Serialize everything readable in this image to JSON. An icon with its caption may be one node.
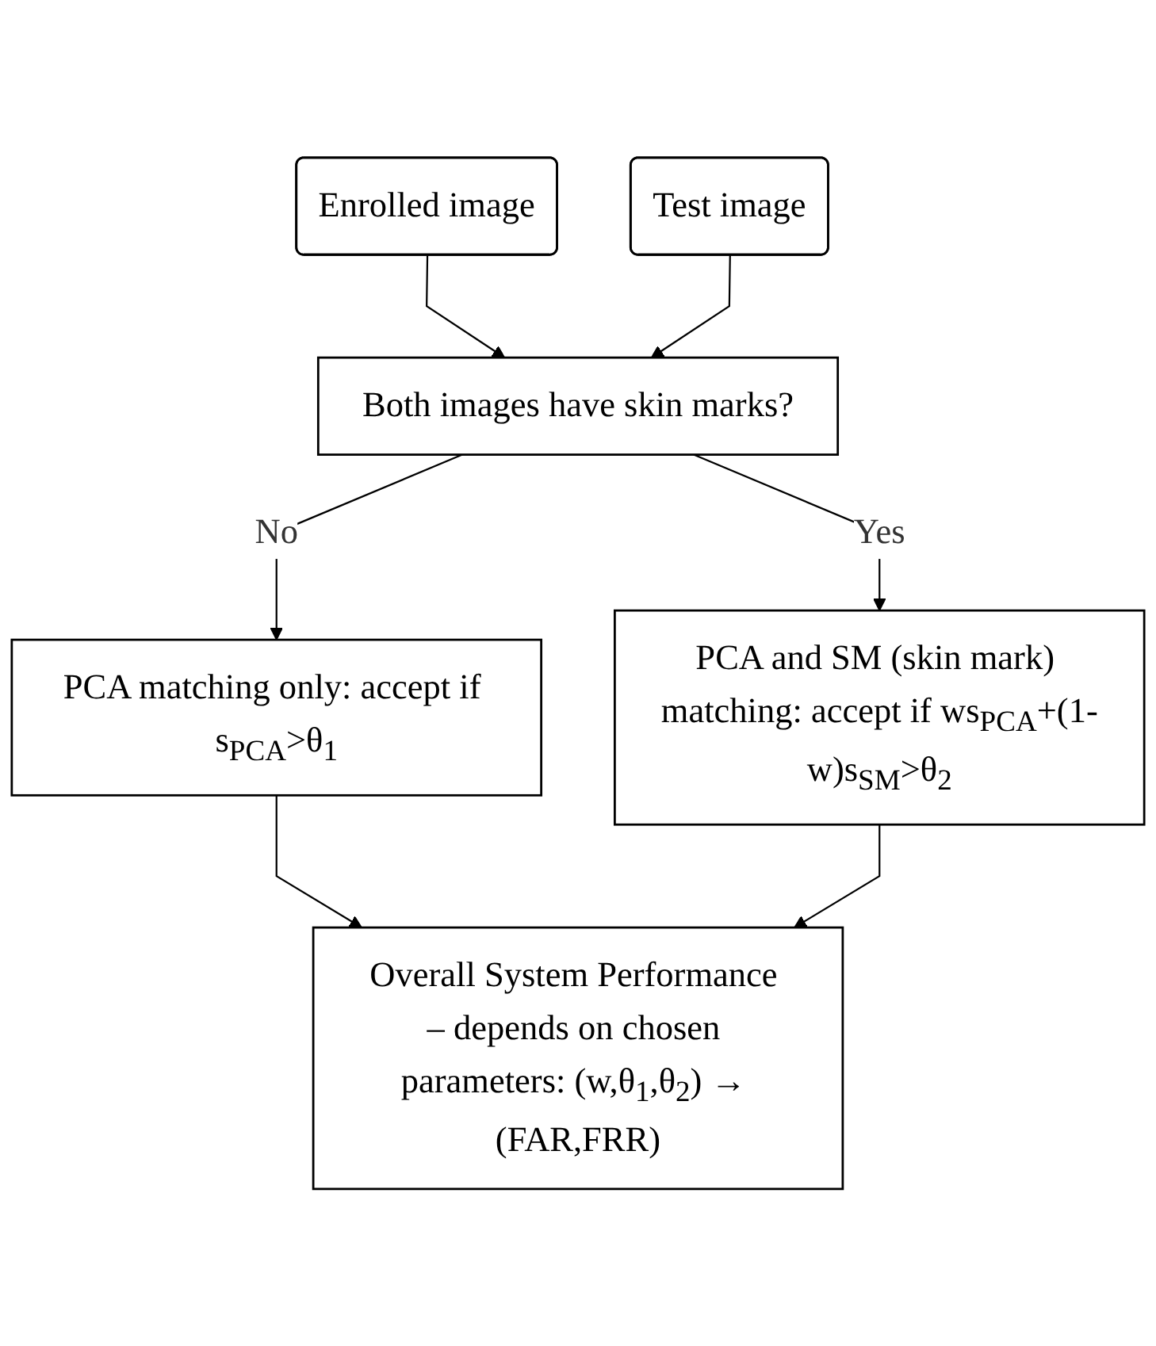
{
  "diagram": {
    "nodes": [
      {
        "text": [
          "Enrolled image"
        ]
      },
      {
        "text": [
          "Test image"
        ]
      },
      {
        "text": [
          "Both images have skin marks?"
        ]
      },
      {
        "text": [
          "PCA matching only: accept if s$_{PCA}$>θ$_{1}$"
        ]
      },
      {
        "text": [
          "PCA and SM (skin mark) matching: accept if ws$_{PCA}$+(1-w)s$_{SM}$>θ$_{2}$"
        ]
      },
      {
        "text": [
          "Overall System Performance – depends on chosen parameters: (w,θ$_{1}$,θ$_{2}$) → (FAR,FRR)"
        ]
      }
    ],
    "edges": [
      {
        "from": 0,
        "to": 2,
        "arrow": "to"
      },
      {
        "from": 1,
        "to": 2,
        "arrow": "to"
      },
      {
        "from": 2,
        "to": 3,
        "arrow": "to",
        "label": "No"
      },
      {
        "from": 2,
        "to": 4,
        "arrow": "to",
        "label": "Yes"
      },
      {
        "from": 3,
        "to": 5,
        "arrow": "to"
      },
      {
        "from": 4,
        "to": 5,
        "arrow": "to"
      }
    ]
  }
}
